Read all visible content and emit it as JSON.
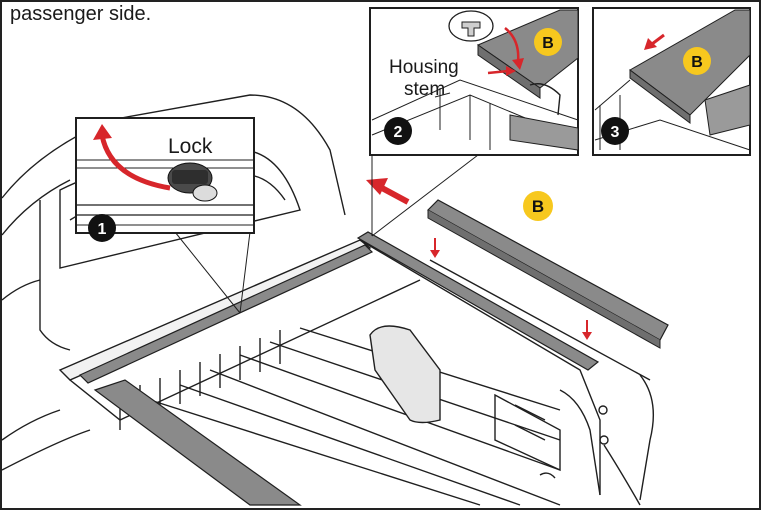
{
  "instructions": {
    "caption": "passenger side."
  },
  "callouts": {
    "lock_label": "Lock",
    "housing_label_line1": "Housing",
    "housing_label_line2": "stem",
    "step1": "1",
    "step2": "2",
    "step3": "3",
    "part_b": "B"
  },
  "colors": {
    "arrow_red": "#d7262b",
    "badge_yellow": "#f7c81e",
    "line": "#1f1f1f",
    "rail_gray": "#7f7f7f"
  }
}
